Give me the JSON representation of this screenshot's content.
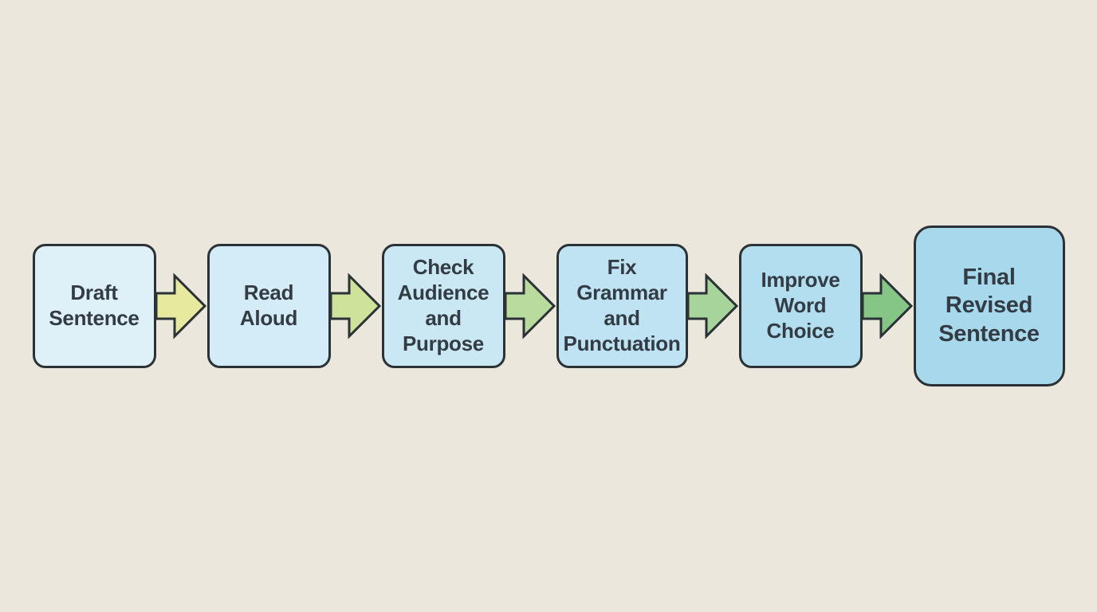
{
  "diagram": {
    "type": "flowchart",
    "direction": "left-to-right",
    "background_color": "#ece7dc",
    "node_border_color": "#2b3236",
    "node_text_color": "#333c44",
    "steps": [
      {
        "id": "draft-sentence",
        "lines": [
          "Draft",
          "Sentence"
        ],
        "fill": "#def1f9"
      },
      {
        "id": "read-aloud",
        "lines": [
          "Read",
          "Aloud"
        ],
        "fill": "#d3ecf7"
      },
      {
        "id": "check-audience-purpose",
        "lines": [
          "Check",
          "Audience",
          "and",
          "Purpose"
        ],
        "fill": "#c9e8f4"
      },
      {
        "id": "fix-grammar-punctuation",
        "lines": [
          "Fix",
          "Grammar",
          "and",
          "Punctuation"
        ],
        "fill": "#bfe3f2"
      },
      {
        "id": "improve-word-choice",
        "lines": [
          "Improve",
          "Word",
          "Choice"
        ],
        "fill": "#b3def0"
      },
      {
        "id": "final-revised-sentence",
        "lines": [
          "Final",
          "Revised",
          "Sentence"
        ],
        "fill": "#a7d8ec"
      }
    ],
    "arrows": [
      {
        "from": "draft-sentence",
        "to": "read-aloud",
        "fill": "#e7e99e"
      },
      {
        "from": "read-aloud",
        "to": "check-audience-purpose",
        "fill": "#cfe29c"
      },
      {
        "from": "check-audience-purpose",
        "to": "fix-grammar-punctuation",
        "fill": "#b9dc9e"
      },
      {
        "from": "fix-grammar-punctuation",
        "to": "improve-word-choice",
        "fill": "#a6d49a"
      },
      {
        "from": "improve-word-choice",
        "to": "final-revised-sentence",
        "fill": "#85c687"
      }
    ]
  }
}
